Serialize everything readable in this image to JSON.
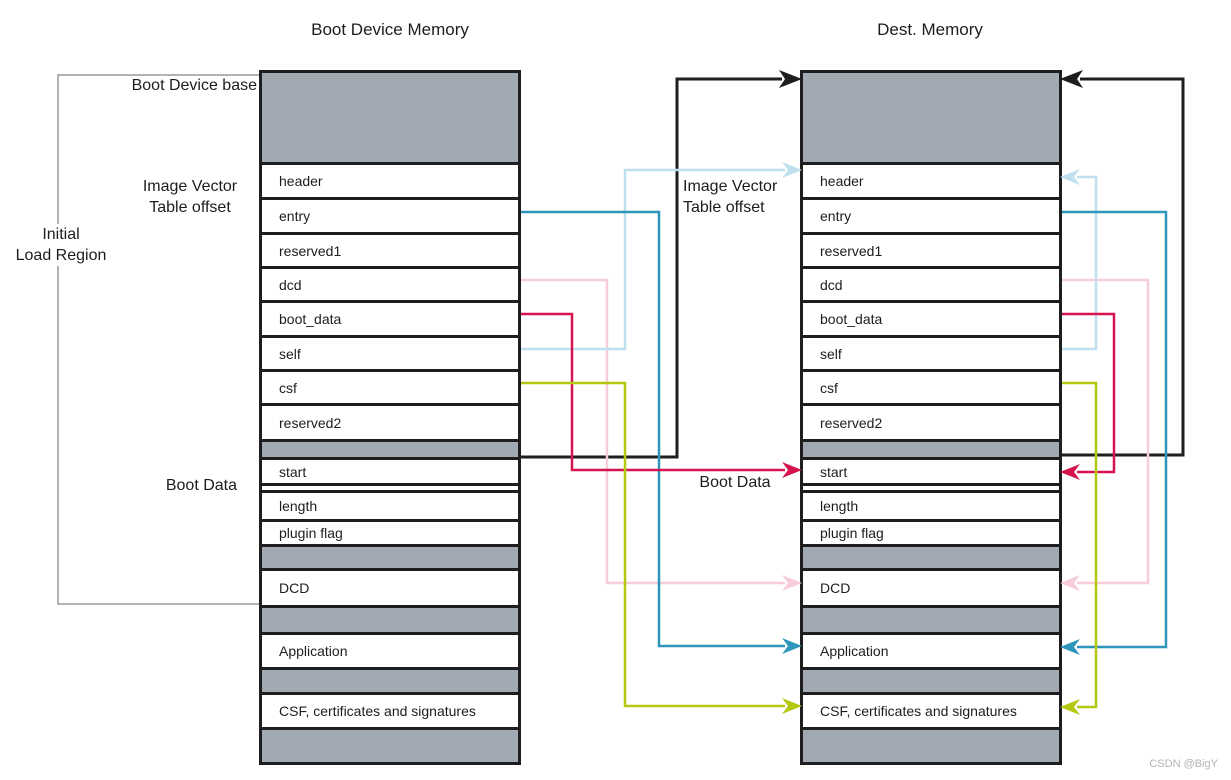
{
  "titles": {
    "boot_device": "Boot Device Memory",
    "dest": "Dest. Memory"
  },
  "side_labels": {
    "boot_device_base": "Boot Device base",
    "ivt_offset_line1": "Image Vector",
    "ivt_offset_line2": "Table offset",
    "initial_load_line1": "Initial",
    "initial_load_line2": "Load Region",
    "boot_data_left": "Boot Data",
    "ivt_offset_mid_line1": "Image Vector",
    "ivt_offset_mid_line2": "Table offset",
    "boot_data_mid": "Boot Data"
  },
  "memory_rows": [
    {
      "type": "gray",
      "label": ""
    },
    {
      "type": "field",
      "label": "header"
    },
    {
      "type": "field",
      "label": "entry"
    },
    {
      "type": "field",
      "label": "reserved1"
    },
    {
      "type": "field",
      "label": "dcd"
    },
    {
      "type": "field",
      "label": "boot_data"
    },
    {
      "type": "field",
      "label": "self"
    },
    {
      "type": "field",
      "label": "csf"
    },
    {
      "type": "field",
      "label": "reserved2"
    },
    {
      "type": "gray",
      "label": ""
    },
    {
      "type": "field",
      "label": "start"
    },
    {
      "type": "thin",
      "label": ""
    },
    {
      "type": "field",
      "label": "length"
    },
    {
      "type": "field",
      "label": "plugin flag"
    },
    {
      "type": "gray",
      "label": ""
    },
    {
      "type": "field",
      "label": "DCD"
    },
    {
      "type": "gray",
      "label": ""
    },
    {
      "type": "field",
      "label": "Application"
    },
    {
      "type": "gray",
      "label": ""
    },
    {
      "type": "field",
      "label": "CSF, certificates and signatures"
    },
    {
      "type": "gray",
      "label": ""
    }
  ],
  "connectors": [
    {
      "id": "start_to_base",
      "from": "start",
      "to": "destination memory base",
      "color_key": "black"
    },
    {
      "id": "dcd_to_dcd",
      "from": "dcd",
      "to": "DCD",
      "color_key": "pink"
    },
    {
      "id": "self_to_header",
      "from": "self",
      "to": "header",
      "color_key": "light_blue"
    },
    {
      "id": "entry_to_application",
      "from": "entry",
      "to": "Application",
      "color_key": "teal"
    },
    {
      "id": "boot_data_to_start",
      "from": "boot_data",
      "to": "start",
      "color_key": "crimson"
    },
    {
      "id": "csf_to_csf",
      "from": "csf",
      "to": "CSF, certificates and signatures",
      "color_key": "yellow_green"
    }
  ],
  "colors": {
    "black": "#1e1e1e",
    "teal": "#2e96bb",
    "light_blue": "#bfe0ee",
    "pink": "#f6cdd9",
    "crimson": "#d5134e",
    "yellow_green": "#b3c80e",
    "gray_fill": "#a1a9b2",
    "bracket_gray": "#9a9a9a",
    "watermark_gray": "#b7b3b3"
  },
  "watermark": "CSDN @BigY"
}
